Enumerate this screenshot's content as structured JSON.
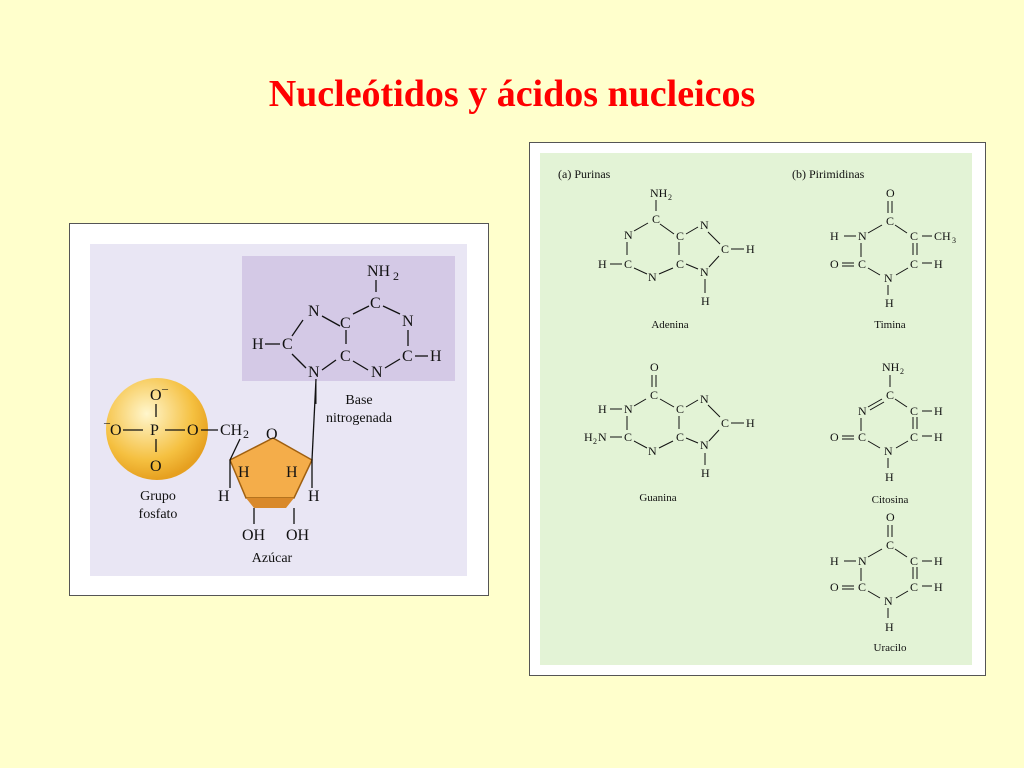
{
  "title": "Nucleótidos y ácidos nucleicos",
  "nucleotide": {
    "phosphate_label_1": "Grupo",
    "phosphate_label_2": "fosfato",
    "sugar_label": "Azúcar",
    "base_label_1": "Base",
    "base_label_2": "nitrogenada",
    "colors": {
      "phosphate": "#f5c040",
      "sugar": "#f4ad4a",
      "base_box": "#d4c9e6",
      "panel_bg": "#e9e6f4"
    }
  },
  "bases": {
    "purines_heading": "(a) Purinas",
    "pyrimidines_heading": "(b) Pirimidinas",
    "names": {
      "adenine": "Adenina",
      "guanine": "Guanina",
      "thymine": "Timina",
      "cytosine": "Citosina",
      "uracil": "Uracilo"
    },
    "colors": {
      "panel_bg": "#e3f3d6"
    }
  }
}
